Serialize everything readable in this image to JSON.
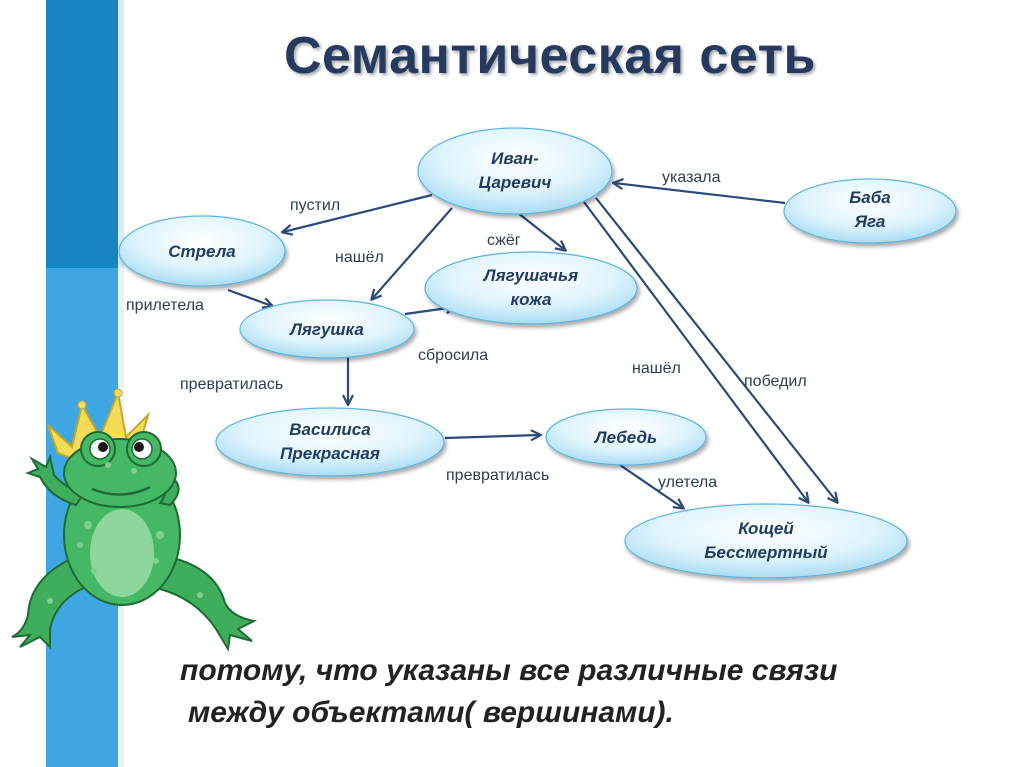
{
  "title": "Семантическая сеть",
  "nodes": {
    "ivan": [
      "Иван-",
      "Царевич"
    ],
    "baba": [
      "Баба",
      "Яга"
    ],
    "strela": [
      "Стрела"
    ],
    "kozha": [
      "Лягушачья",
      "кожа"
    ],
    "lyagushka": [
      "Лягушка"
    ],
    "vasilisa": [
      "Василиса",
      "Прекрасная"
    ],
    "lebed": [
      "Лебедь"
    ],
    "koschei": [
      "Кощей",
      "Бессмертный"
    ]
  },
  "edges": {
    "ukazala": "указала",
    "pustil": "пустил",
    "nashel_lyagushka": "нашёл",
    "szheg": "сжёг",
    "priletela": "прилетела",
    "sbrosila": "сбросила",
    "prevratilas_1": "превратилась",
    "prevratilas_2": "превратилась",
    "nashel_koschei": "нашёл",
    "pobedil": "победил",
    "uletela": "улетела"
  },
  "caption": {
    "line1": "потому, что указаны все различные связи",
    "line2": "между объектами( вершинами)."
  },
  "colors": {
    "title": "#253a5e",
    "sidebar_dark": "#1784c4",
    "sidebar_light": "#3ea6e3",
    "node_fill": "#c9ecfb",
    "arrow": "#2a4a7a",
    "frog": "#3aa35a",
    "crown": "#f3d54a"
  }
}
